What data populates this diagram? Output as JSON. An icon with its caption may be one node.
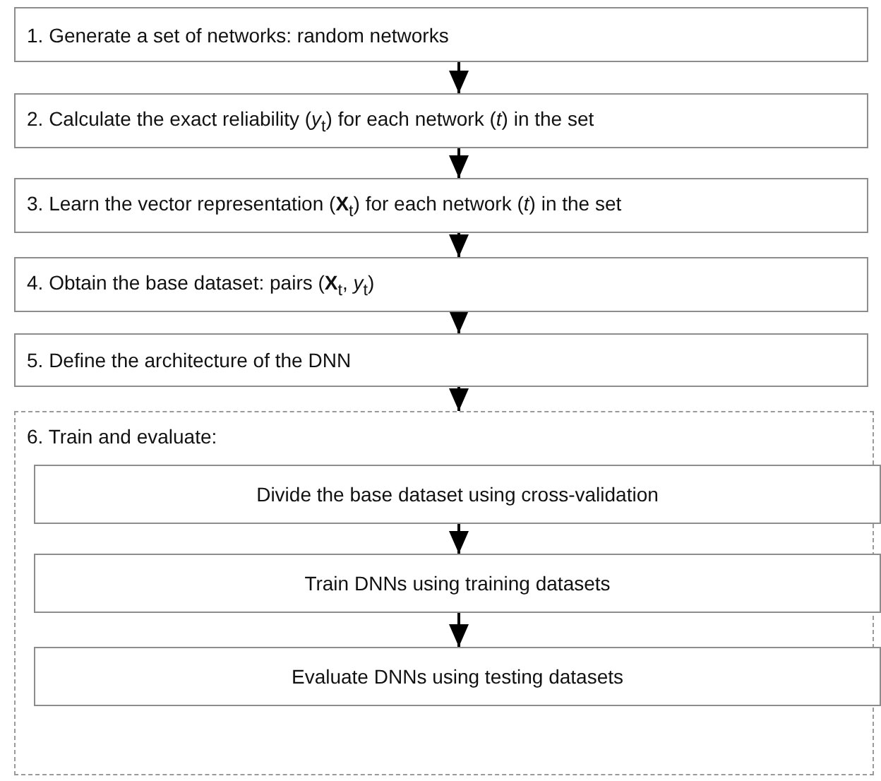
{
  "diagram": {
    "nodes": [
      {
        "text": [
          "1. Generate a set of networks: random networks"
        ]
      },
      {
        "text": [
          "2. Calculate the exact reliability (*y*$_{t}$) for each network (*t*) in the set"
        ]
      },
      {
        "text": [
          "3. Learn the vector representation (**X**$_{t}$) for each network (*t*) in the set"
        ]
      },
      {
        "text": [
          "4. Obtain the base dataset: pairs (**X**$_{t}$, *y*$_{t}$)"
        ]
      },
      {
        "text": [
          "5. Define the architecture of the DNN"
        ]
      },
      {
        "text": [
          "6. Train and evaluate:"
        ]
      },
      {
        "text": [
          "Divide the base dataset using cross-validation"
        ],
        "in": 5
      },
      {
        "text": [
          "Train DNNs using training datasets"
        ],
        "in": 5
      },
      {
        "text": [
          "Evaluate DNNs using testing datasets"
        ],
        "in": 5
      }
    ],
    "edges": [
      {
        "from": 0,
        "to": 1,
        "arrow": "to"
      },
      {
        "from": 1,
        "to": 2,
        "arrow": "to"
      },
      {
        "from": 2,
        "to": 3,
        "arrow": "to"
      },
      {
        "from": 3,
        "to": 4,
        "arrow": "to"
      },
      {
        "from": 4,
        "to": 5,
        "arrow": "to"
      },
      {
        "from": 6,
        "to": 7,
        "arrow": "to"
      },
      {
        "from": 7,
        "to": 8,
        "arrow": "to"
      }
    ]
  }
}
